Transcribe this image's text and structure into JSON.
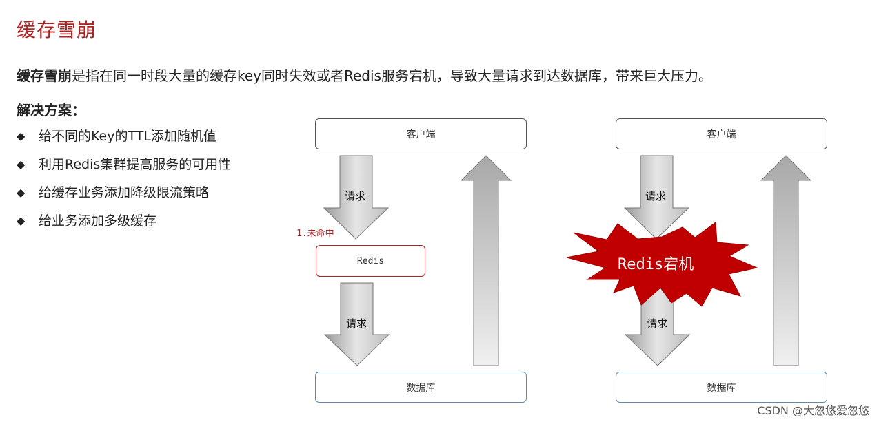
{
  "title": "缓存雪崩",
  "description": {
    "term": "缓存雪崩",
    "text": "是指在同一时段大量的缓存key同时失效或者Redis服务宕机，导致大量请求到达数据库，带来巨大压力。"
  },
  "solution_heading": "解决方案：",
  "solutions": [
    "给不同的Key的TTL添加随机值",
    "利用Redis集群提高服务的可用性",
    "给缓存业务添加降级限流策略",
    "给业务添加多级缓存"
  ],
  "bullet_symbol": "◆",
  "diagrams": {
    "left": {
      "client": "客户端",
      "request_top": "请求",
      "miss": "1.未命中",
      "redis": "Redis",
      "request_bottom": "请求",
      "database": "数据库"
    },
    "right": {
      "client": "客户端",
      "request_top": "请求",
      "burst": "Redis宕机",
      "request_bottom": "请求",
      "database": "数据库"
    }
  },
  "colors": {
    "title": "#b22222",
    "burst": "#c00000",
    "redis_border": "#b22222",
    "db_border": "#5b8bb5"
  },
  "watermark": "CSDN @大忽悠爱忽悠"
}
